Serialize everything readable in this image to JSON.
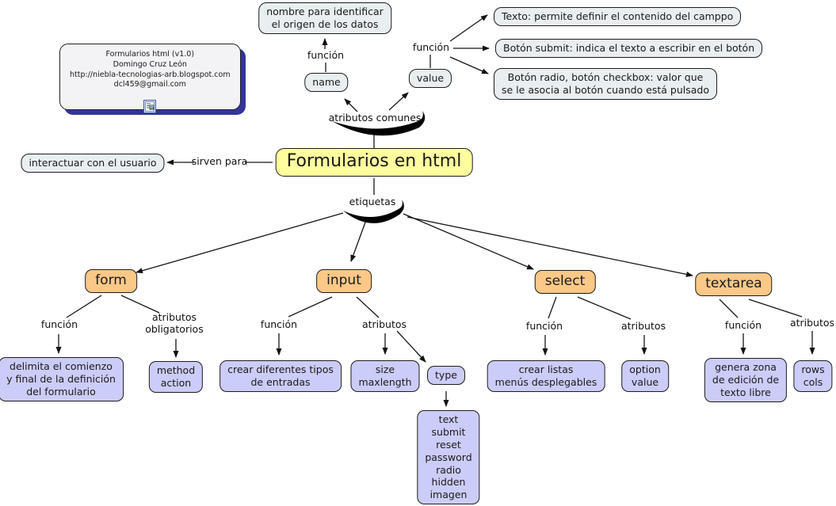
{
  "colors": {
    "topic_fill": "#ffff9e",
    "tag_fill": "#fcc888",
    "detail_fill": "#ccccf8",
    "concept_fill": "#e9eff1",
    "shadow_color": "#34349b",
    "line_color": "#161616"
  },
  "credits": {
    "text": "Formularios html (v1.0)\nDomingo Cruz León\nhttp://niebla-tecnologias-arb.blogspot.com\ndcl459@gmail.com",
    "icon": "document-icon"
  },
  "topic": {
    "label": "Formularios en html"
  },
  "purpose": {
    "link_label": "sirven para",
    "desc": "interactuar con el usuario"
  },
  "common_attributes": {
    "group_label": "atributos comunes",
    "name": {
      "label": "name",
      "funcion_label": "función",
      "desc": "nombre para identificar\nel origen de los datos"
    },
    "value": {
      "label": "value",
      "funcion_label": "función",
      "desc_texto": "Texto: permite definir el contenido del camppo",
      "desc_submit": "Botón submit: indica el texto a escribir en el botón",
      "desc_radio": "Botón radio, botón checkbox: valor que\nse le asocia al botón cuando está pulsado"
    }
  },
  "tags": {
    "group_label": "etiquetas",
    "form": {
      "label": "form",
      "funcion_label": "función",
      "funcion_desc": "delimita el comienzo\ny final de la definición\ndel formulario",
      "attrs_label": "atributos\nobligatorios",
      "attrs_desc": "method\naction"
    },
    "input": {
      "label": "input",
      "funcion_label": "función",
      "funcion_desc": "crear diferentes tipos\nde entradas",
      "attrs_label": "atributos",
      "attrs_desc_size": "size\nmaxlength",
      "attrs_desc_type": "type",
      "type_values": "text\nsubmit\nreset\npassword\nradio\nhidden\nimagen"
    },
    "select": {
      "label": "select",
      "funcion_label": "función",
      "funcion_desc": "crear listas\nmenús desplegables",
      "attrs_label": "atributos",
      "attrs_desc": "option\nvalue"
    },
    "textarea": {
      "label": "textarea",
      "funcion_label": "función",
      "funcion_desc": "genera zona\nde edición de\ntexto libre",
      "attrs_label": "atributos",
      "attrs_desc": "rows\ncols"
    }
  }
}
